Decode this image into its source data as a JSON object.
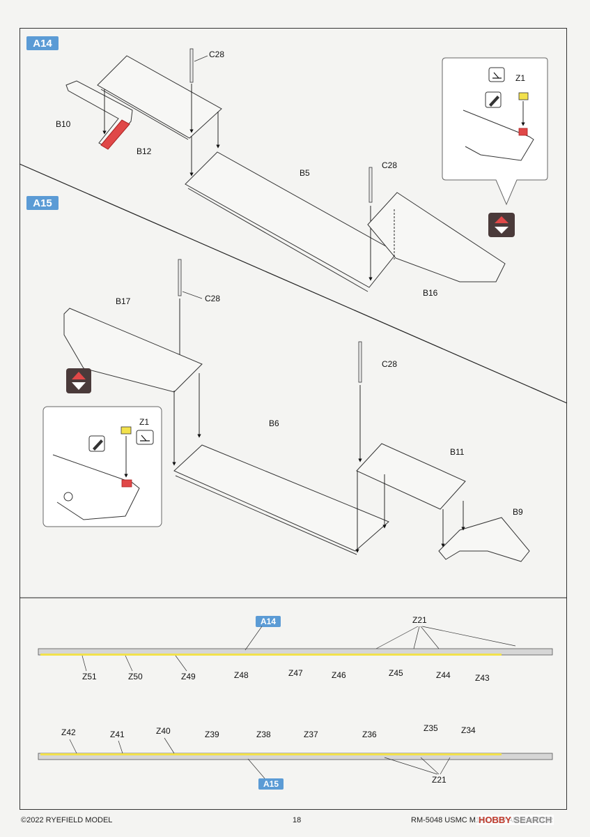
{
  "steps": {
    "a14": "A14",
    "a15": "A15"
  },
  "parts": {
    "c28": "C28",
    "b10": "B10",
    "b12": "B12",
    "b5": "B5",
    "b16": "B16",
    "z1": "Z1",
    "b17": "B17",
    "b6": "B6",
    "b11": "B11",
    "b9": "B9"
  },
  "pe_strip": {
    "top_step": "A14",
    "bottom_step": "A15",
    "top_labels": [
      "Z51",
      "Z50",
      "Z49",
      "Z48",
      "Z47",
      "Z46",
      "Z45",
      "Z44",
      "Z43"
    ],
    "top_z21": "Z21",
    "bottom_labels": [
      "Z42",
      "Z41",
      "Z40",
      "Z39",
      "Z38",
      "Z37",
      "Z36",
      "Z35",
      "Z34"
    ],
    "bottom_z21": "Z21"
  },
  "footer": {
    "copyright": "©2022 RYEFIELD MODEL",
    "page_number": "18",
    "product": "RM-5048 USMC M1A1 FEP Abrams/CDR"
  },
  "watermark": {
    "part1": "HOBBY",
    "part2": " SEARCH"
  },
  "colors": {
    "step_badge": "#5b9bd5",
    "glue_red": "#e04848",
    "pe_yellow": "#f2e14c",
    "flip_badge_bg": "#4a3a3a"
  }
}
